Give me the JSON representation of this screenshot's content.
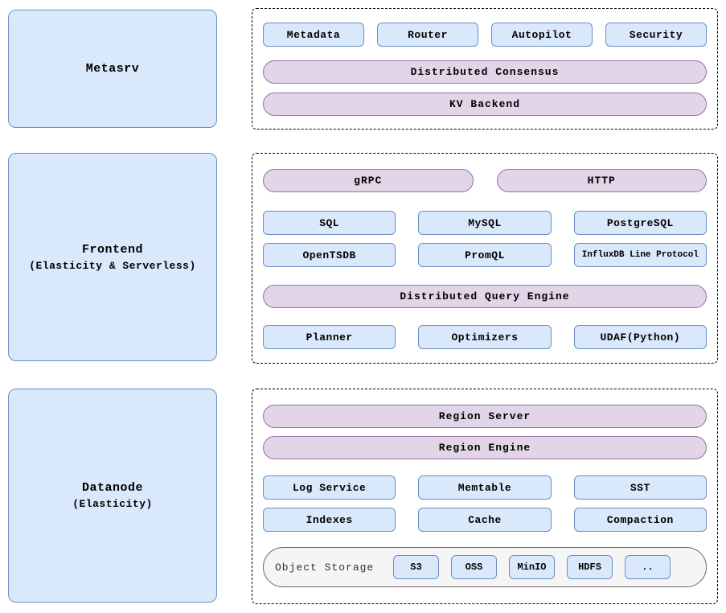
{
  "colors": {
    "blue_fill": "#dae8fc",
    "blue_stroke": "#6c8ebf",
    "purple_fill": "#e1d5e7",
    "purple_stroke": "#9673a6",
    "gray_fill": "#f5f5f5",
    "gray_stroke": "#666666",
    "dashed_border": "#000000"
  },
  "metasrv": {
    "title": "Metasrv",
    "boxes": [
      "Metadata",
      "Router",
      "Autopilot",
      "Security"
    ],
    "pills": [
      "Distributed Consensus",
      "KV Backend"
    ]
  },
  "frontend": {
    "title": "Frontend",
    "subtitle": "(Elasticity & Serverless)",
    "top_pills": [
      "gRPC",
      "HTTP"
    ],
    "protocol_row1": [
      "SQL",
      "MySQL",
      "PostgreSQL"
    ],
    "protocol_row2": [
      "OpenTSDB",
      "PromQL",
      "InfluxDB Line Protocol"
    ],
    "engine_pill": "Distributed Query Engine",
    "engine_boxes": [
      "Planner",
      "Optimizers",
      "UDAF(Python)"
    ]
  },
  "datanode": {
    "title": "Datanode",
    "subtitle": "(Elasticity)",
    "pills": [
      "Region Server",
      "Region Engine"
    ],
    "row1": [
      "Log Service",
      "Memtable",
      "SST"
    ],
    "row2": [
      "Indexes",
      "Cache",
      "Compaction"
    ],
    "object_storage": {
      "label": "Object Storage",
      "backends": [
        "S3",
        "OSS",
        "MinIO",
        "HDFS",
        ".."
      ]
    }
  }
}
